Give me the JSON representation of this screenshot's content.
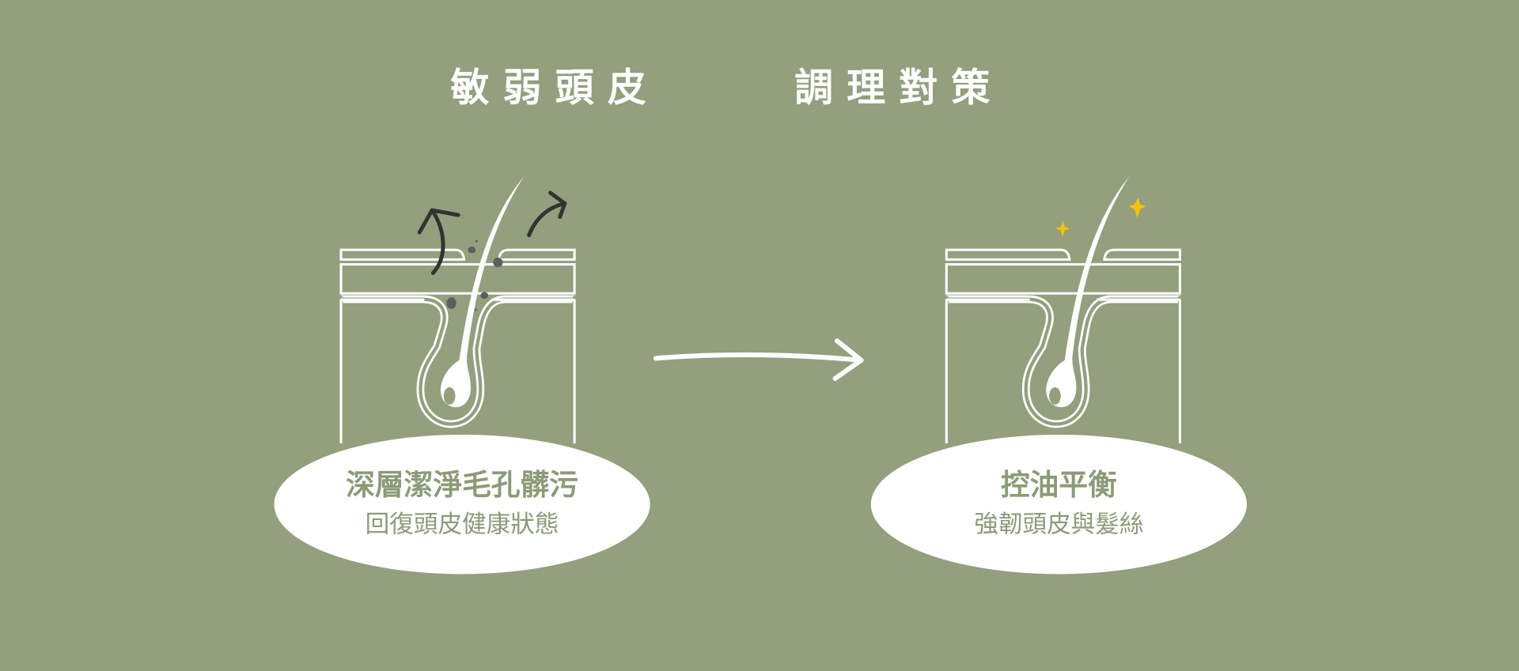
{
  "title": {
    "part1": "敏弱頭皮",
    "part2": "調理對策"
  },
  "left_card": {
    "main": "深層潔淨毛孔髒污",
    "sub": "回復頭皮健康狀態"
  },
  "right_card": {
    "main": "控油平衡",
    "sub": "強韌頭皮與髮絲"
  },
  "colors": {
    "background": "#939f7d",
    "text": "#8c9b77",
    "arrow": "#333333",
    "dirt": "#5e5e5e",
    "sparkle": "#f5c400"
  }
}
